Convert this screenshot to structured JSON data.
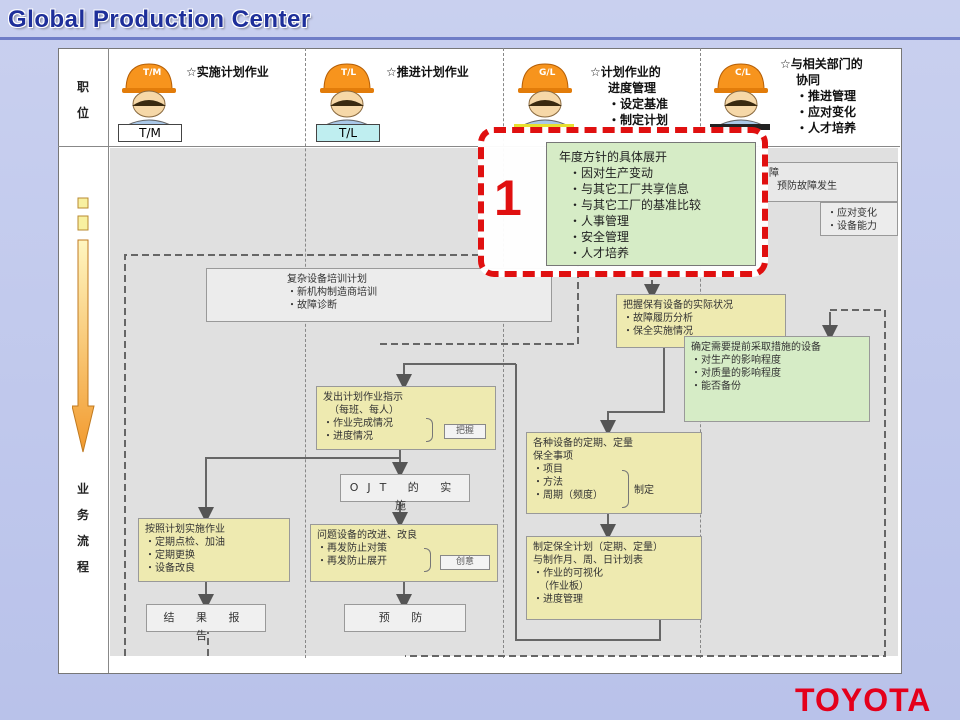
{
  "header": {
    "title": "Global Production Center",
    "logo": "TOYOTA"
  },
  "left_column": {
    "role_label": [
      "职",
      "位"
    ],
    "flow_label": [
      "业",
      "务",
      "流",
      "程"
    ]
  },
  "roles": [
    {
      "hat": "T/M",
      "badge": "T/M",
      "title": "☆实施计划作业",
      "lines": []
    },
    {
      "hat": "T/L",
      "badge": "T/L",
      "title": "☆推进计划作业",
      "lines": []
    },
    {
      "hat": "G/L",
      "badge": "",
      "title": "☆计划作业的",
      "lines": [
        "进度管理",
        "・设定基准",
        "・制定计划"
      ]
    },
    {
      "hat": "C/L",
      "badge": "",
      "title": "☆与相关部门的",
      "lines": [
        "协同",
        "・推进管理",
        "・应对变化",
        "・人才培养"
      ]
    }
  ],
  "highlight": {
    "number": "1",
    "title": "年度方针的具体展开",
    "items": [
      "因对生产变动",
      "与其它工厂共享信息",
      "与其它工厂的基准比较",
      "人事管理",
      "安全管理",
      "人才培养"
    ]
  },
  "boxes": {
    "prevent": {
      "partial": "障",
      "text": "预防故障发生"
    },
    "respond": {
      "items": [
        "应对变化",
        "设备能力"
      ]
    },
    "complex_training": {
      "title": "复杂设备培训计划",
      "items": [
        "新机构制造商培训",
        "故障诊断"
      ]
    },
    "grasp_status": {
      "title": "把握保有设备的实际状况",
      "items": [
        "故障履历分析",
        "保全实施情况"
      ]
    },
    "confirm_equipment": {
      "title": "确定需要提前采取措施的设备",
      "items": [
        "对生产的影响程度",
        "对质量的影响程度",
        "能否备份"
      ]
    },
    "instruction": {
      "title": "发出计划作业指示",
      "sub": "（每班、每人）",
      "items": [
        "作业完成情况",
        "进度情况"
      ],
      "tag": "把握"
    },
    "maintenance_items": {
      "title": "各种设备的定期、定量",
      "title2": "保全事项",
      "items": [
        "项目",
        "方法",
        "周期（频度）"
      ],
      "tag": "制定"
    },
    "ojt": {
      "text": "OJT 的 实 施"
    },
    "improve": {
      "title": "问题设备的改进、改良",
      "items": [
        "再发防止对策",
        "再发防止展开"
      ],
      "tag": "创意"
    },
    "execute": {
      "title": "按照计划实施作业",
      "items": [
        "定期点检、加油",
        "定期更换",
        "设备改良"
      ]
    },
    "plan": {
      "title": "制定保全计划（定期、定量）",
      "title2": "与制作月、周、日计划表",
      "items": [
        "作业的可视化"
      ],
      "sub": "（作业板）",
      "items2": [
        "进度管理"
      ]
    },
    "report": {
      "text": "结 果 报 告"
    },
    "prevention": {
      "text": "预 防"
    }
  },
  "colors": {
    "yellow_box": "#eeeab0",
    "green_box": "#d6ecc6",
    "highlight_border": "#e01010",
    "arrow": "#f29a2e"
  }
}
